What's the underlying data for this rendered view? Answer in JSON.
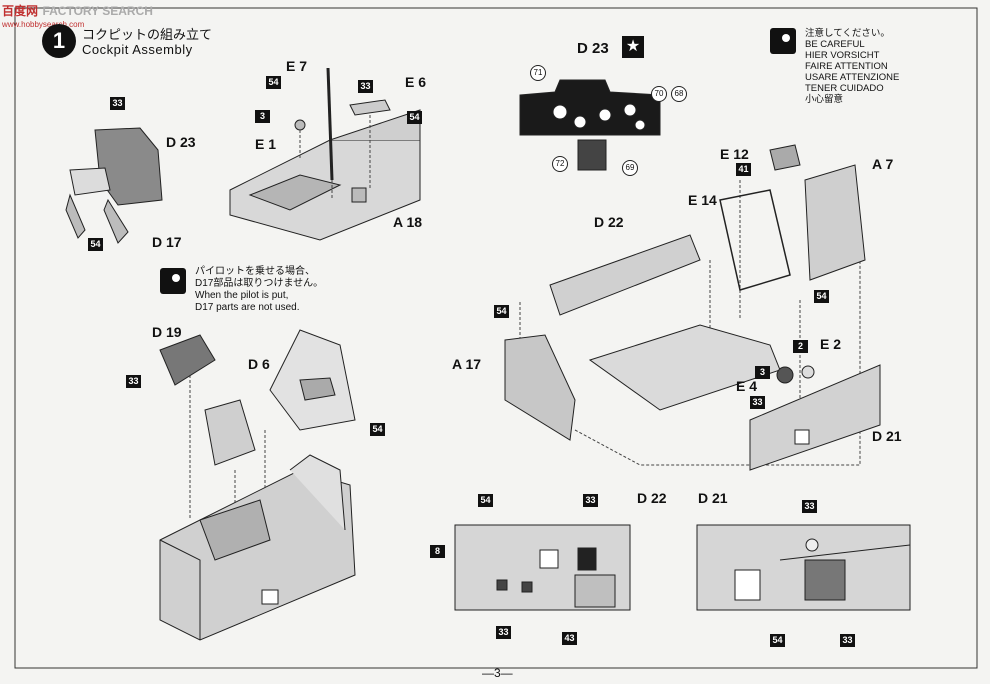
{
  "watermark": {
    "left": "百度网",
    "brand": "FACTORY SEARCH",
    "url": "www.hobbysearch.com"
  },
  "step": {
    "number": "1",
    "title_jp": "コクピットの組み立て",
    "title_en": "Cockpit Assembly"
  },
  "caution": {
    "lines": [
      "注意してください。",
      "BE CAREFUL",
      "HIER VORSICHT",
      "FAIRE ATTENTION",
      "USARE ATTENZIONE",
      "TENER CUIDADO",
      "小心留意"
    ]
  },
  "pilot_note": {
    "lines": [
      "パイロットを乗せる場合、",
      "D17部品は取りつけません。",
      "When the pilot is put,",
      "D17 parts are not used."
    ]
  },
  "parts": {
    "e7": "E 7",
    "e6": "E 6",
    "e1": "E 1",
    "a18": "A 18",
    "d23_left": "D 23",
    "d17": "D 17",
    "d19": "D 19",
    "d6": "D 6",
    "d23_top": "D 23",
    "e12": "E 12",
    "a7": "A 7",
    "e14": "E 14",
    "d22": "D 22",
    "a17": "A 17",
    "e2": "E 2",
    "e4": "E 4",
    "d21": "D 21",
    "d22_detail": "D 22",
    "d21_detail": "D 21"
  },
  "colors": {
    "c33": "33",
    "c54": "54",
    "c3": "3",
    "c41": "41",
    "c2": "2",
    "c8": "8",
    "c43": "43",
    "c71": "71",
    "c70": "70",
    "c68": "68",
    "c72": "72",
    "c69": "69"
  },
  "page_number": "—3—"
}
